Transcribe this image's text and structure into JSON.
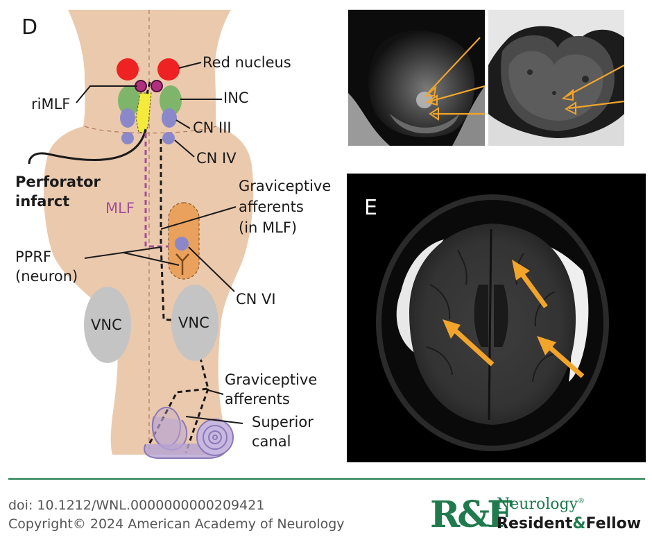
{
  "panel_d": {
    "letter": "D",
    "labels": {
      "red_nucleus": "Red nucleus",
      "rimlf": "riMLF",
      "inc": "INC",
      "cn_iii": "CN III",
      "cn_iv": "CN IV",
      "perforator_line1": "Perforator",
      "perforator_line2": "infarct",
      "mlf": "MLF",
      "grav_mlf_line1": "Graviceptive",
      "grav_mlf_line2": "afferents",
      "grav_mlf_line3": "(in MLF)",
      "pprf_line1": "PPRF",
      "pprf_line2": "(neuron)",
      "cn_vi": "CN VI",
      "vnc_left": "VNC",
      "vnc_right": "VNC",
      "grav_line1": "Graviceptive",
      "grav_line2": "afferents",
      "sup_line1": "Superior",
      "sup_line2": "canal"
    }
  },
  "panel_e": {
    "letter": "E"
  },
  "footer": {
    "doi": "doi: 10.1212/WNL.0000000000209421",
    "copyright": "Copyright© 2024 American Academy of Neurology"
  },
  "logo": {
    "mark": "R&F",
    "journal": "Neurology",
    "registered": "®",
    "resident": "Resident",
    "amp": "&",
    "fellow": "Fellow"
  },
  "colors": {
    "brainstem": "#ebc9ad",
    "red_nucleus": "#ee2222",
    "inc": "#7fb56a",
    "cranial_nerve": "#8a88c8",
    "infarct": "#f3ea3c",
    "mlf": "#a0509a",
    "pprf": "#e9a15d",
    "vnc": "#c4c4c4",
    "canal": "#b6a4d3",
    "arrow": "#f2a52a",
    "brand": "#1f7a4d"
  }
}
